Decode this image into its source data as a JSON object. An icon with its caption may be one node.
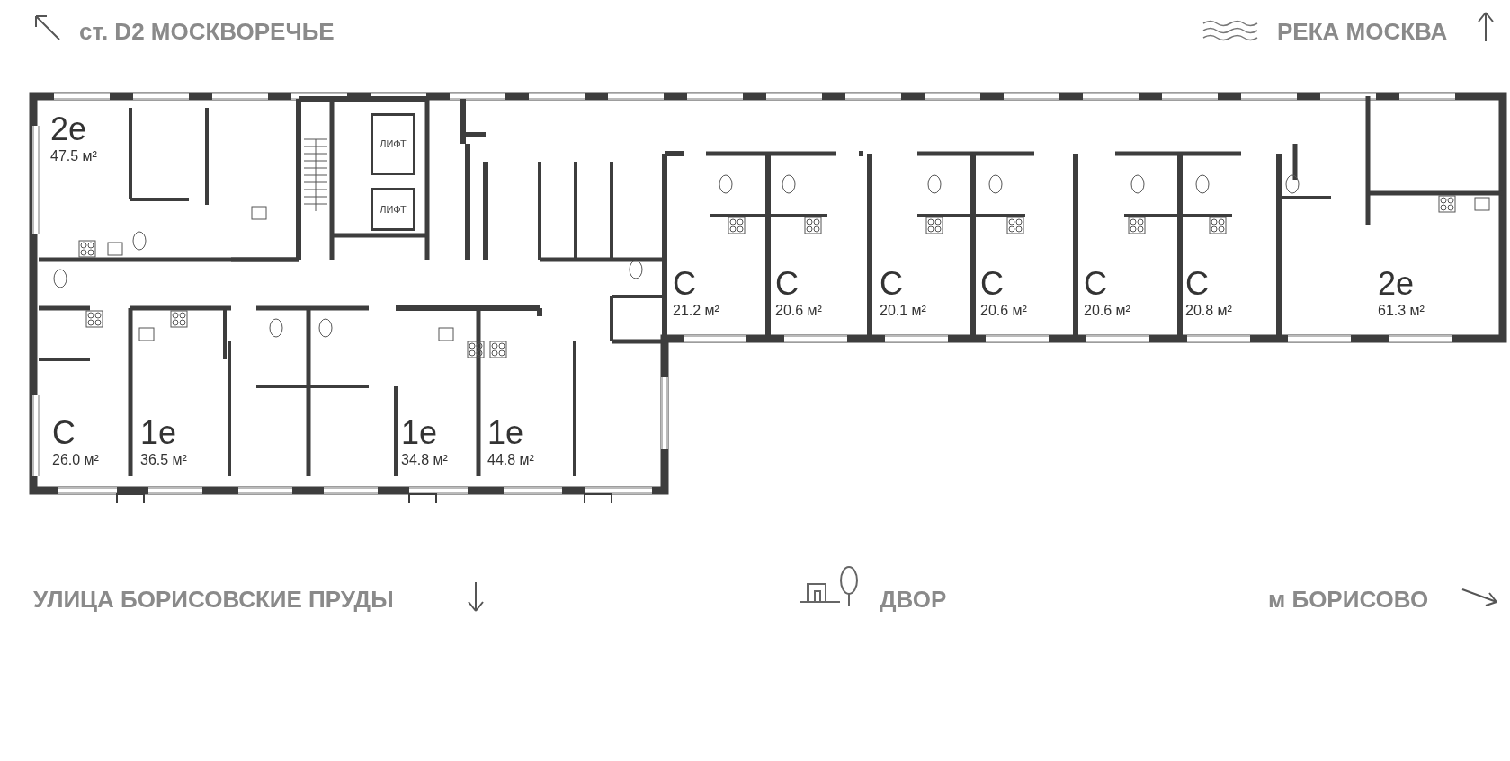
{
  "diagram": {
    "nodes": [
      {
        "text": [
          "2e",
          "47.5 м²"
        ]
      },
      {
        "text": [
          "ЛИФТ"
        ]
      },
      {
        "text": [
          "ЛИФТ"
        ]
      },
      {
        "text": [
          "С",
          "21.2 м²"
        ]
      },
      {
        "text": [
          "С",
          "20.6 м²"
        ]
      },
      {
        "text": [
          "С",
          "20.1 м²"
        ]
      },
      {
        "text": [
          "С",
          "20.6 м²"
        ]
      },
      {
        "text": [
          "С",
          "20.6 м²"
        ]
      },
      {
        "text": [
          "С",
          "20.8 м²"
        ]
      },
      {
        "text": [
          "2e",
          "61.3 м²"
        ]
      },
      {
        "text": [
          "С",
          "26.0 м²"
        ]
      },
      {
        "text": [
          "1e",
          "36.5 м²"
        ]
      },
      {
        "text": [
          "1e",
          "34.8 м²"
        ]
      },
      {
        "text": [
          "1e",
          "44.8 м²"
        ]
      }
    ],
    "labels": [
      "ст. D2 МОСКВОРЕЧЬЕ",
      "РЕКА МОСКВА",
      "УЛИЦА БОРИСОВСКИЕ ПРУДЫ",
      "ДВОР",
      "м БОРИСОВО"
    ]
  }
}
